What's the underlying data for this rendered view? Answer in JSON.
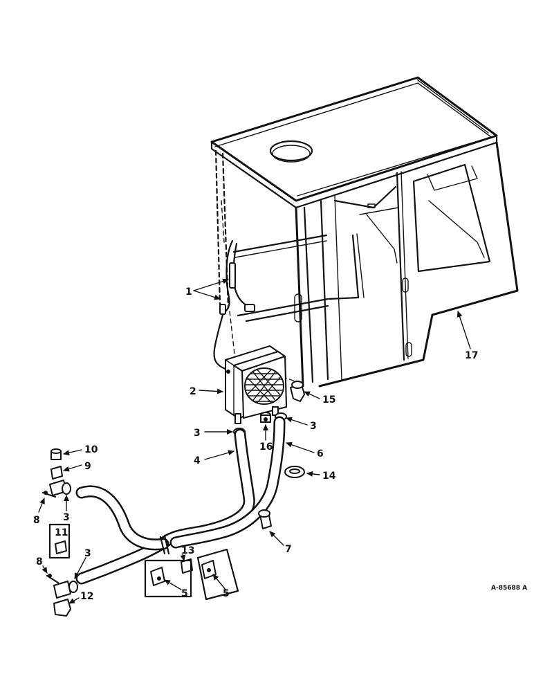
{
  "callouts": {
    "c1": "1",
    "c2": "2",
    "c3a": "3",
    "c3b": "3",
    "c3c": "3",
    "c3d": "3",
    "c4": "4",
    "c5a": "5",
    "c5b": "5",
    "c6": "6",
    "c7": "7",
    "c8a": "8",
    "c8b": "8",
    "c9": "9",
    "c10": "10",
    "c11": "11",
    "c12": "12",
    "c13": "13",
    "c14": "14",
    "c15": "15",
    "c16": "16",
    "c17": "17"
  },
  "reference_code": "A-85688 A",
  "icons": [
    "cab-frame-icon",
    "heater-unit-icon",
    "hose-icon",
    "valve-icon",
    "clamp-icon",
    "grommet-icon"
  ]
}
